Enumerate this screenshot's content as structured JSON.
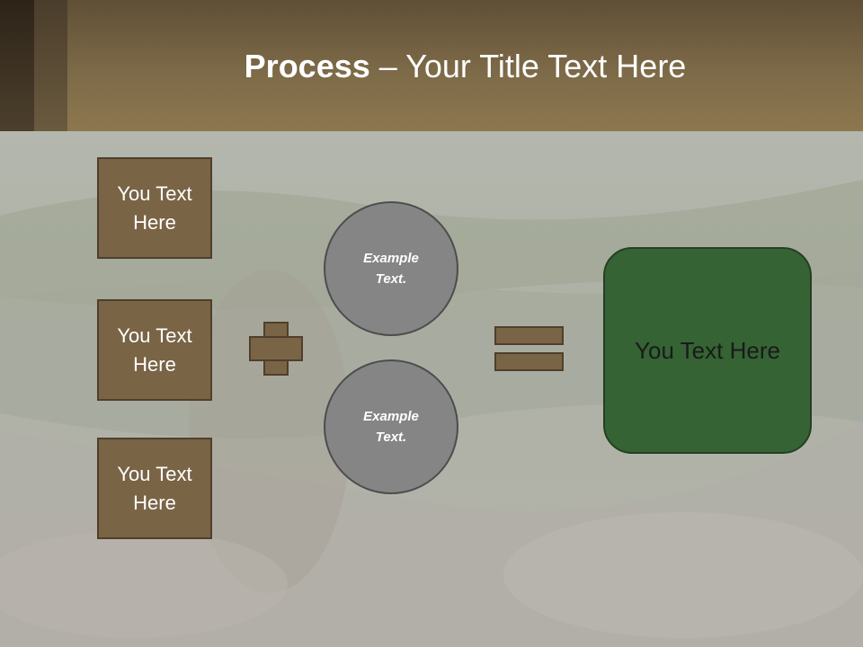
{
  "slide": {
    "title_bold": "Process",
    "title_rest": " – Your Title Text Here",
    "left_boxes": [
      {
        "text": "You Text Here"
      },
      {
        "text": "You Text Here"
      },
      {
        "text": "You Text Here"
      }
    ],
    "circles": [
      {
        "text": "Example Text."
      },
      {
        "text": "Example Text."
      }
    ],
    "result_text": "You Text Here"
  },
  "colors": {
    "header": "#7d6a48",
    "box_fill": "#7a6446",
    "circle_fill": "#858585",
    "result_fill": "#356334"
  }
}
